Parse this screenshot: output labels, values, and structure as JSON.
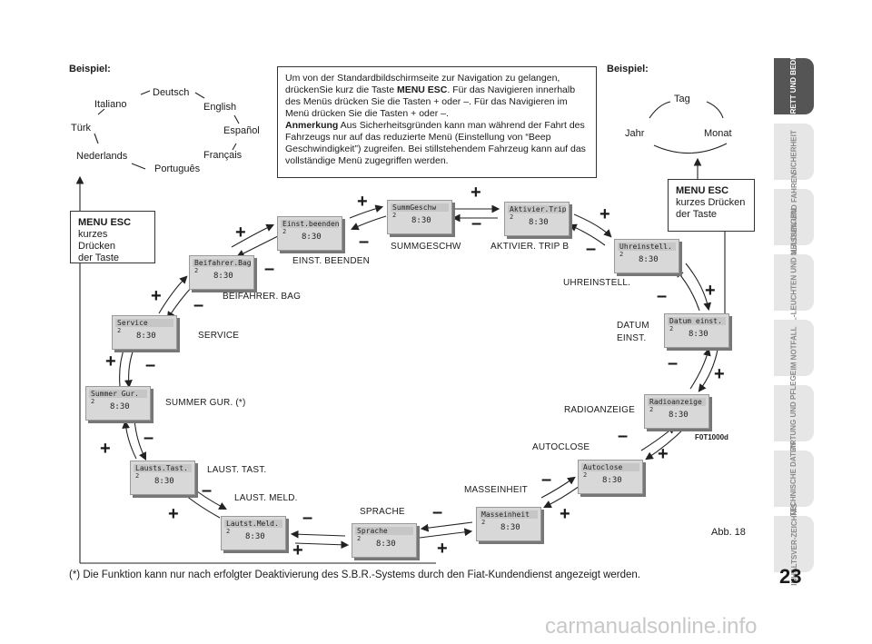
{
  "examples": {
    "left_label": "Beispiel:",
    "right_label": "Beispiel:"
  },
  "languages": [
    "Deutsch",
    "English",
    "Español",
    "Français",
    "Português",
    "Nederlands",
    "Türk",
    "Italiano"
  ],
  "menu_esc_left": {
    "title": "MENU ESC",
    "line1": "kurzes Drücken",
    "line2": "der Taste"
  },
  "menu_esc_right": {
    "title": "MENU ESC",
    "line1": "kurzes Drücken",
    "line2": "der Taste"
  },
  "date_cycle": [
    "Tag",
    "Monat",
    "Jahr"
  ],
  "info_text": {
    "p1a": "Um von der Standardbildschirmseite zur Navigation zu gelangen, drückenSie kurz die Taste ",
    "p1b": "MENU ESC",
    "p1c": ". Für das Navigieren innerhalb des Menüs drücken Sie die Tasten + oder –. Für das Navigieren im Menü drücken Sie die Tasten + oder –.",
    "p2a": "Anmerkung",
    "p2b": " Aus Sicherheitsgründen kann man während der Fahrt des Fahrzeugs nur auf das reduzierte Menü (Einstellung von “Beep Geschwindigkeit”) zugreifen. Bei stillstehendem Fahrzeug kann auf das vollständige Menü zugegriffen werden."
  },
  "screens": [
    {
      "title": "Einst.beenden",
      "label": "EINST. BEENDEN"
    },
    {
      "title": "SummGeschw",
      "label": "SUMMGESCHW"
    },
    {
      "title": "Aktivier.TripB",
      "label": "AKTIVIER. TRIP B"
    },
    {
      "title": "Uhreinstell.",
      "label": "UHREINSTELL."
    },
    {
      "title": "Datum einst.",
      "label": "DATUM\nEINST."
    },
    {
      "title": "Radioanzeige",
      "label": "RADIOANZEIGE"
    },
    {
      "title": "Autoclose",
      "label": "AUTOCLOSE"
    },
    {
      "title": "Masseinheit",
      "label": "MASSEINHEIT"
    },
    {
      "title": "Sprache",
      "label": "SPRACHE"
    },
    {
      "title": "Lautst.Meld.",
      "label": "LAUST.  MELD."
    },
    {
      "title": "Lausts.Tast.",
      "label": "LAUST. TAST."
    },
    {
      "title": "Summer Gur.",
      "label": "SUMMER GUR. (*)"
    },
    {
      "title": "Service",
      "label": "SERVICE"
    },
    {
      "title": "Beifahrer.Bag",
      "label": "BEIFAHRER. BAG"
    }
  ],
  "screen_small": "2",
  "screen_clock": "8:30",
  "figure_code": "F0T1000d",
  "figure_caption": "Abb. 18",
  "footnote": "(*) Die Funktion kann nur nach erfolgter Deaktivierung des S.B.R.-Systems durch den Fiat-Kundendienst angezeigt werden.",
  "page_number": "23",
  "tabs": [
    "ARMATURENBRETT UND BEDIENELEMENTE",
    "SICHERHEIT",
    "ANLASSEN UND FAHREN",
    "KONTROLL-LEUCHTEN UND MELDUNGEN",
    "IM NOTFALL",
    "WARTUNG UND PFLEGE",
    "TECHNISCHE DATEN",
    "INHALTSVER-ZEICHNIS"
  ],
  "plus_sign": "+",
  "minus_sign": "–",
  "footer_watermark": "carmanualsonline.info"
}
